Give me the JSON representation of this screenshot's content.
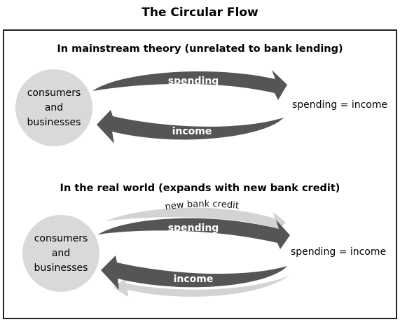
{
  "title": "The Circular Flow",
  "top_panel": {
    "heading": "In mainstream theory (unrelated to bank lending)",
    "circle": [
      "consumers",
      "and",
      "businesses"
    ],
    "spending_label": "spending",
    "income_label": "income",
    "equation": "spending = income"
  },
  "bottom_panel": {
    "heading": "In the real world (expands with new bank credit)",
    "circle": [
      "consumers",
      "and",
      "businesses"
    ],
    "credit_label": "new bank credit",
    "spending_label": "spending",
    "income_label": "income",
    "equation": "spending = income"
  },
  "colors": {
    "dark_arrow": "#555555",
    "light_arrow": "#d3d3d3",
    "circle_fill": "#d9d9d9"
  }
}
